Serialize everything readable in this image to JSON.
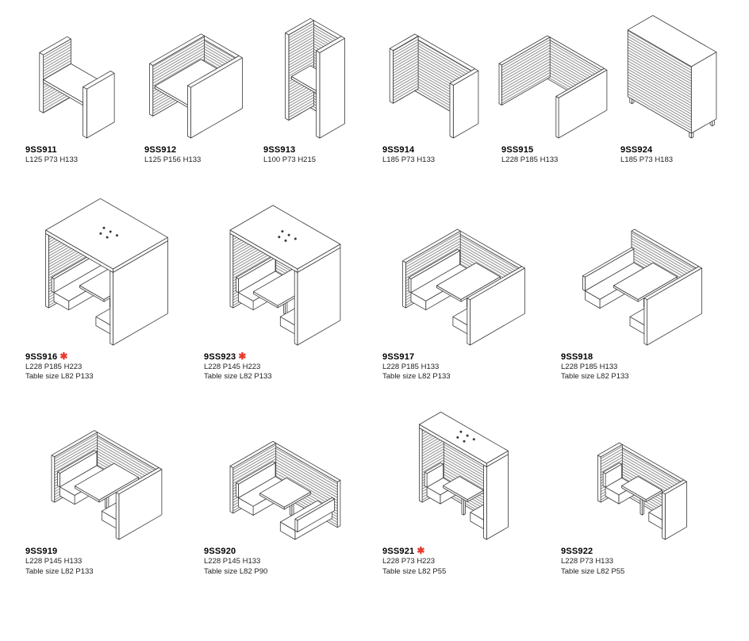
{
  "colors": {
    "accent_red": "#e8392f",
    "line": "#3a3a3a",
    "background": "#ffffff"
  },
  "star_symbol": "✱",
  "rows": [
    {
      "items": [
        {
          "code": "9SS911",
          "dims": "L125 P73 H133",
          "starred": false,
          "figure": "isometric drawing: small slatted desk carrel booth"
        },
        {
          "code": "9SS912",
          "dims": "L125 P156 H133",
          "starred": false,
          "figure": "isometric drawing: deep slatted desk carrel booth"
        },
        {
          "code": "9SS913",
          "dims": "L100 P73 H215",
          "starred": false,
          "figure": "isometric drawing: tall standing phone booth with shelf"
        },
        {
          "code": "9SS914",
          "dims": "L185 P73 H133",
          "starred": false,
          "figure": "isometric drawing: freestanding slatted desk screen"
        },
        {
          "code": "9SS915",
          "dims": "L228 P185 H133",
          "starred": false,
          "figure": "isometric drawing: large U-shaped screen enclosure"
        },
        {
          "code": "9SS924",
          "dims": "L185 P73 H183",
          "starred": false,
          "figure": "isometric drawing: high slatted booth on legs"
        }
      ]
    },
    {
      "items": [
        {
          "code": "9SS916",
          "dims": "L228 P185 H223",
          "table": "Table size L82 P133",
          "starred": true,
          "figure": "isometric drawing: enclosed canopy meeting booth with table and benches"
        },
        {
          "code": "9SS923",
          "dims": "L228 P145 H223",
          "table": "Table size L82 P133",
          "starred": true,
          "figure": "isometric drawing: enclosed canopy meeting booth, narrow, with table and benches"
        },
        {
          "code": "9SS917",
          "dims": "L228 P185 H133",
          "table": "Table size L82 P133",
          "starred": false,
          "figure": "isometric drawing: open-top meeting booth with table and benches"
        },
        {
          "code": "9SS918",
          "dims": "L228 P185 H133",
          "table": "Table size L82 P133",
          "starred": false,
          "figure": "isometric drawing: open-side meeting booth with table and benches"
        }
      ]
    },
    {
      "items": [
        {
          "code": "9SS919",
          "dims": "L228 P145 H133",
          "table": "Table size L82 P133",
          "starred": false,
          "figure": "isometric drawing: open-top meeting booth with table and benches"
        },
        {
          "code": "9SS920",
          "dims": "L228 P145 H133",
          "table": "Table size L82 P90",
          "starred": false,
          "figure": "isometric drawing: open-side meeting booth with table and benches"
        },
        {
          "code": "9SS921",
          "dims": "L228 P73 H223",
          "table": "Table size L82 P55",
          "starred": true,
          "figure": "isometric drawing: enclosed slim canopy booth with table and benches"
        },
        {
          "code": "9SS922",
          "dims": "L228 P73 H133",
          "table": "Table size L82 P55",
          "starred": false,
          "figure": "isometric drawing: open-top slim booth with table and benches"
        }
      ]
    }
  ]
}
